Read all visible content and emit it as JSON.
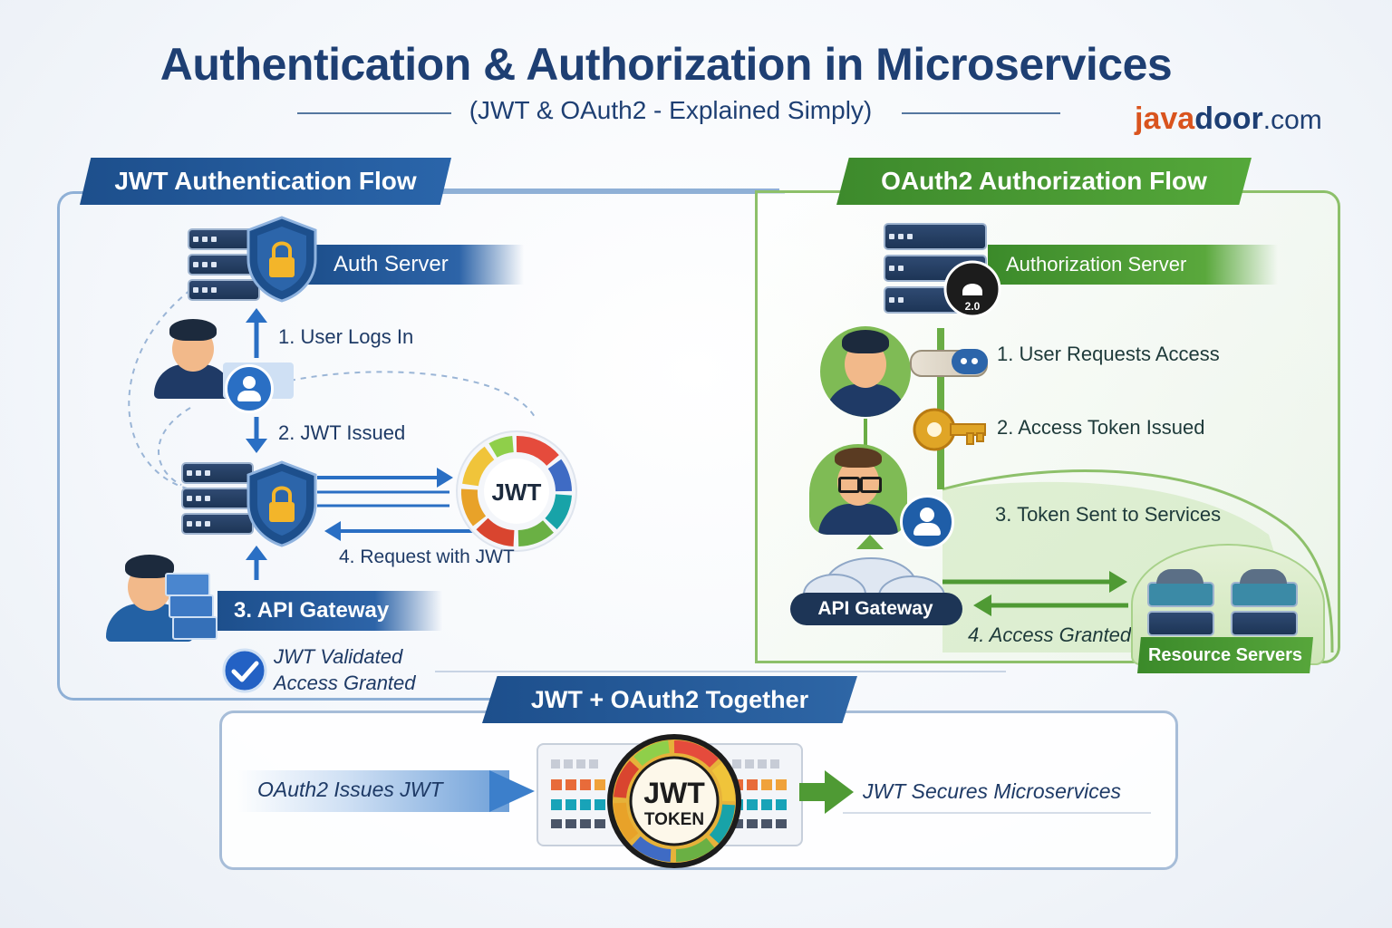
{
  "header": {
    "title": "Authentication & Authorization in Microservices",
    "subtitle": "(JWT & OAuth2 - Explained Simply)",
    "brand": {
      "part1": "java",
      "part2": "door",
      "part3": ".com"
    }
  },
  "jwt_flow": {
    "title": "JWT Authentication Flow",
    "auth_server": "Auth Server",
    "step1": "1. User Logs In",
    "step2": "2. JWT Issued",
    "jwt_badge": "JWT",
    "step4": "4. Request with JWT",
    "api_gateway": "3. API Gateway",
    "validated": "JWT Validated",
    "access_granted": "Access Granted"
  },
  "oauth_flow": {
    "title": "OAuth2 Authorization Flow",
    "authorization_server": "Authorization Server",
    "oauth_badge": "2.0",
    "step1": "1. User Requests Access",
    "step2": "2. Access Token Issued",
    "step3": "3. Token Sent to Services",
    "api_gateway": "API Gateway",
    "step4": "4. Access Granted",
    "resource_servers": "Resource Servers"
  },
  "together": {
    "title": "JWT + OAuth2 Together",
    "left_text": "OAuth2 Issues JWT",
    "token_line1": "JWT",
    "token_line2": "TOKEN",
    "right_text": "JWT Secures Microservices"
  },
  "colors": {
    "navy": "#1e3f73",
    "blue_ribbon": "#1d4f8c",
    "green_ribbon": "#3d8a2c",
    "brand_orange": "#d9541e",
    "gold": "#e0a526"
  }
}
